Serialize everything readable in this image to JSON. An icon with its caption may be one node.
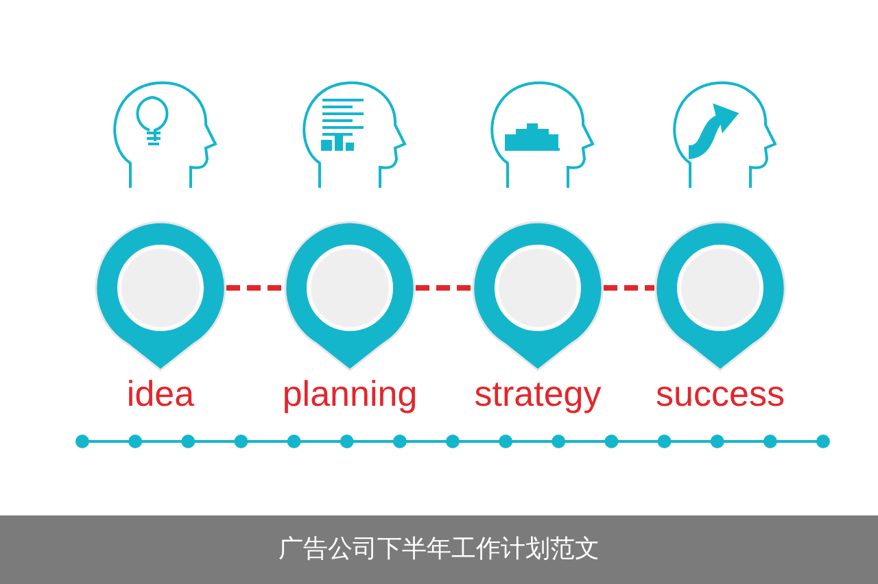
{
  "diagram": {
    "caption": "广告公司下半年工作计划范文",
    "nodes": [
      {
        "text": [
          "idea"
        ]
      },
      {
        "text": [
          "planning"
        ]
      },
      {
        "text": [
          "strategy"
        ]
      },
      {
        "text": [
          "success"
        ]
      }
    ],
    "edges": [
      {
        "from": 0,
        "to": 1,
        "arrow": "none",
        "style": "dashed",
        "color": "#e3262b"
      },
      {
        "from": 1,
        "to": 2,
        "arrow": "none",
        "style": "dashed",
        "color": "#e3262b"
      },
      {
        "from": 2,
        "to": 3,
        "arrow": "none",
        "style": "dashed",
        "color": "#e3262b"
      }
    ]
  }
}
